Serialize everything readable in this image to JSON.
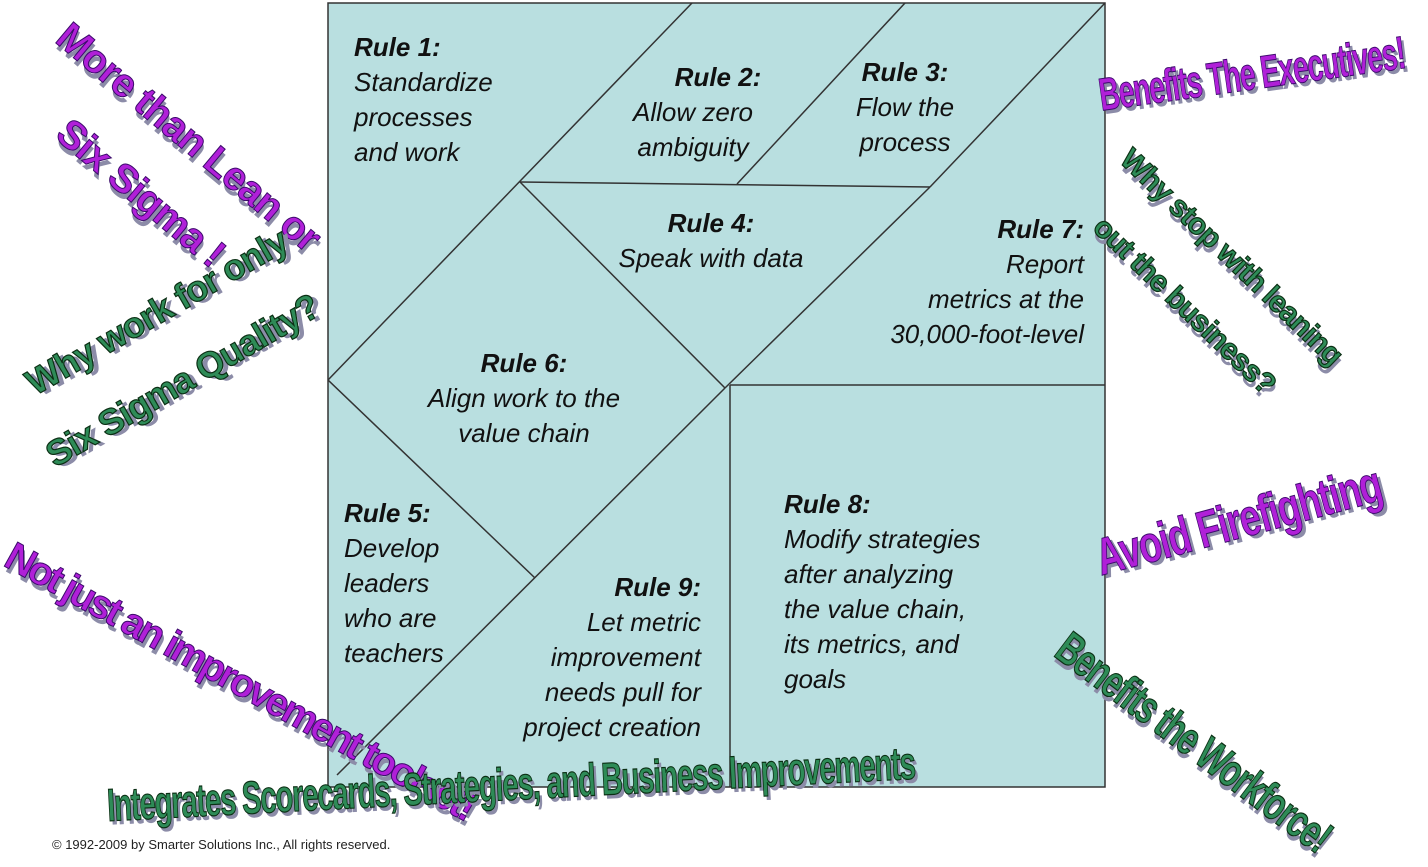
{
  "colors": {
    "panel_fill": "#b9dfe0",
    "panel_stroke": "#333333",
    "wordart_green": "#2e8b57",
    "wordart_purple": "#b020d8",
    "wordart_shadow": "#8c8ca8"
  },
  "rules": {
    "r1": {
      "title": "Rule 1:",
      "text": "Standardize\nprocesses\nand work"
    },
    "r2": {
      "title": "Rule 2:",
      "text": "Allow zero\nambiguity"
    },
    "r3": {
      "title": "Rule 3:",
      "text": "Flow the\nprocess"
    },
    "r4": {
      "title": "Rule 4:",
      "text": "Speak with data"
    },
    "r5": {
      "title": "Rule 5:",
      "text": "Develop\nleaders\nwho are\nteachers"
    },
    "r6": {
      "title": "Rule 6:",
      "text": "Align work to the\nvalue chain"
    },
    "r7": {
      "title": "Rule 7:",
      "text": "Report\nmetrics at the\n30,000-foot-level"
    },
    "r8": {
      "title": "Rule 8:",
      "text": "Modify strategies\nafter analyzing\nthe value chain,\nits metrics, and\ngoals"
    },
    "r9": {
      "title": "Rule 9:",
      "text": "Let metric\nimprovement\nneeds pull for\nproject creation"
    }
  },
  "callouts": {
    "more_than_lean_1": "More than Lean or",
    "more_than_lean_2": "Six Sigma !",
    "why_work_1": "Why work for only",
    "why_work_2": "Six Sigma Quality?",
    "not_just": "Not just an improvement toolset!",
    "integrates": "Integrates Scorecards, Strategies, and Business Improvements",
    "benefits_exec": "Benefits The Executives!",
    "why_stop_1": "Why stop with leaning",
    "why_stop_2": "out the business?",
    "avoid": "Avoid Firefighting",
    "benefits_work": "Benefits the Workforce!"
  },
  "copyright": "© 1992-2009 by Smarter Solutions Inc., All rights reserved."
}
